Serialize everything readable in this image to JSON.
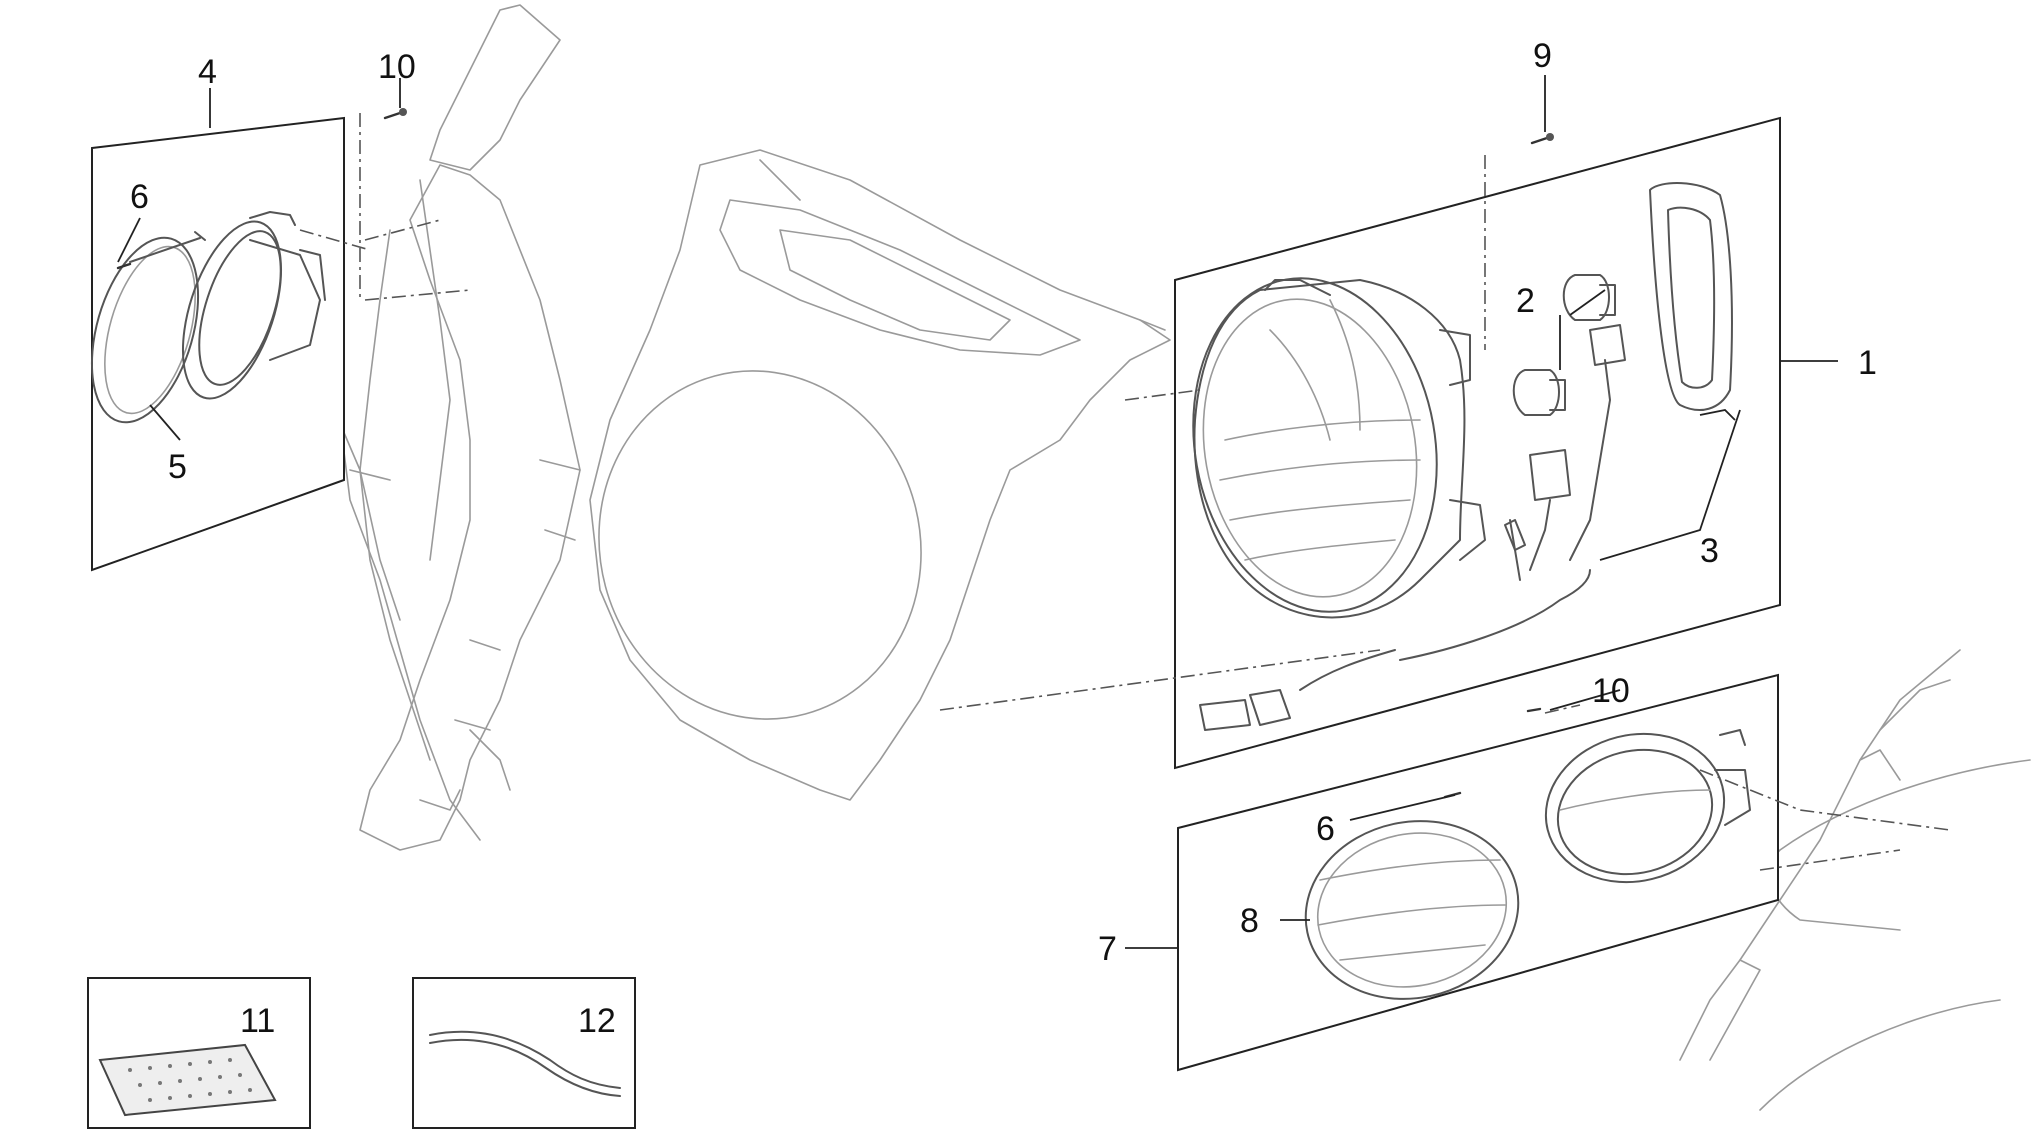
{
  "callouts": {
    "c1": "1",
    "c2": "2",
    "c3": "3",
    "c4": "4",
    "c5": "5",
    "c6a": "6",
    "c6b": "6",
    "c7": "7",
    "c8": "8",
    "c9": "9",
    "c10a": "10",
    "c10b": "10",
    "c11": "11",
    "c12": "12"
  },
  "colors": {
    "line": "#555555",
    "faint_line": "#9a9a9a",
    "text": "#111111",
    "background": "#ffffff"
  }
}
